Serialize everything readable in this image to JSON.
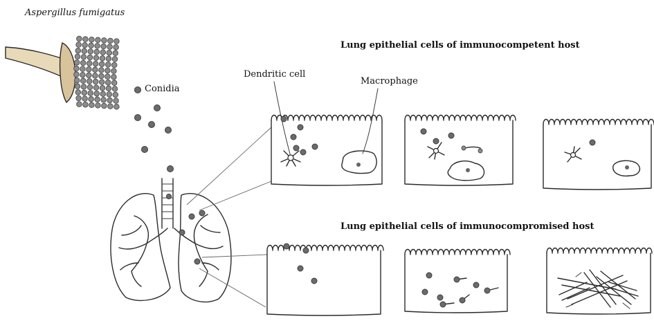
{
  "labels": {
    "species": "Aspergillus fumigatus",
    "conidia": "Conidia",
    "dendritic_cell": "Dendritic cell",
    "macrophage": "Macrophage",
    "competent_header": "Lung epithelial cells of immunocompetent host",
    "compromised_header": "Lung epithelial cells of immunocompromised host"
  },
  "colors": {
    "ink": "#2a2a2a",
    "conidium_fill": "#6b6b6b",
    "conidiophore_fill": "#e8d9b8",
    "hyphae_fill": "#ffffff"
  }
}
